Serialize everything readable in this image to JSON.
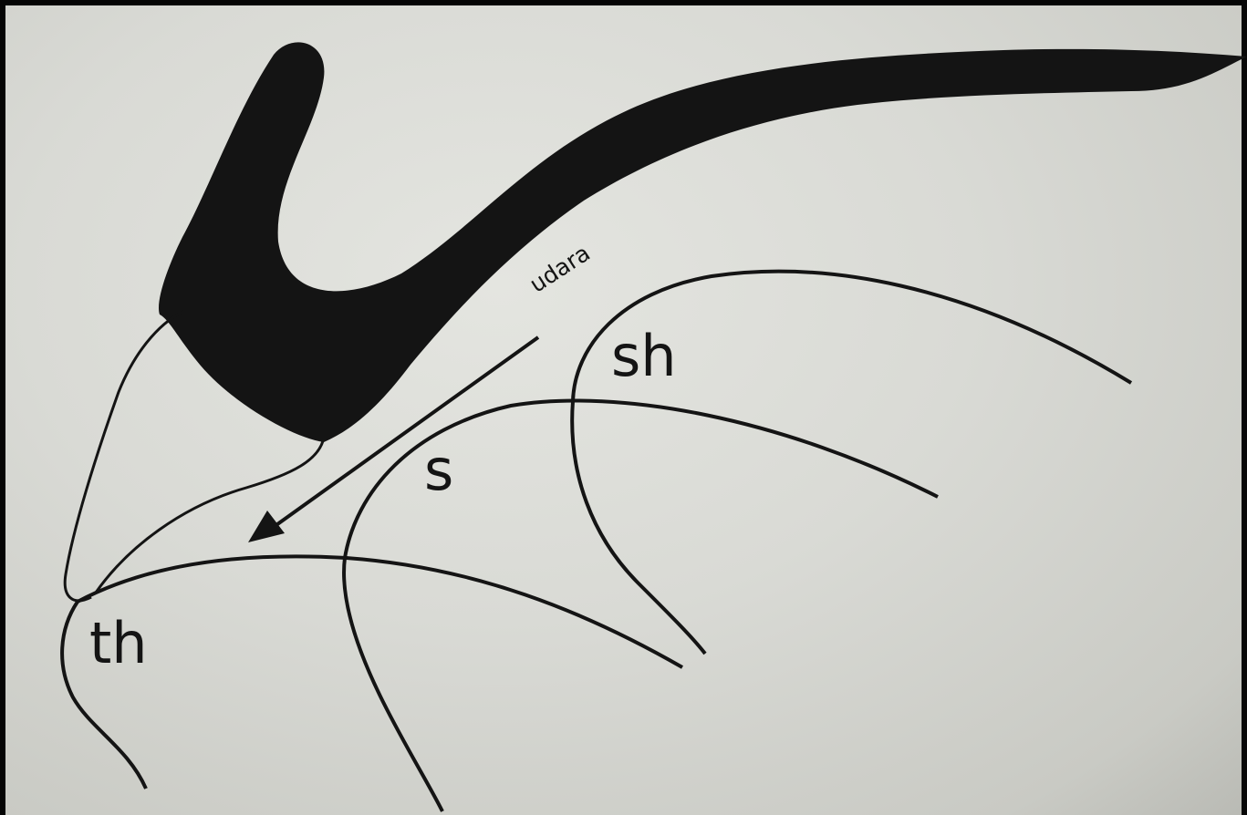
{
  "labels": {
    "udara": "udara",
    "sh": "sh",
    "s": "s",
    "th": "th"
  },
  "colors": {
    "paper": "#dcddd8",
    "ink": "#141414",
    "frame": "#050505"
  }
}
